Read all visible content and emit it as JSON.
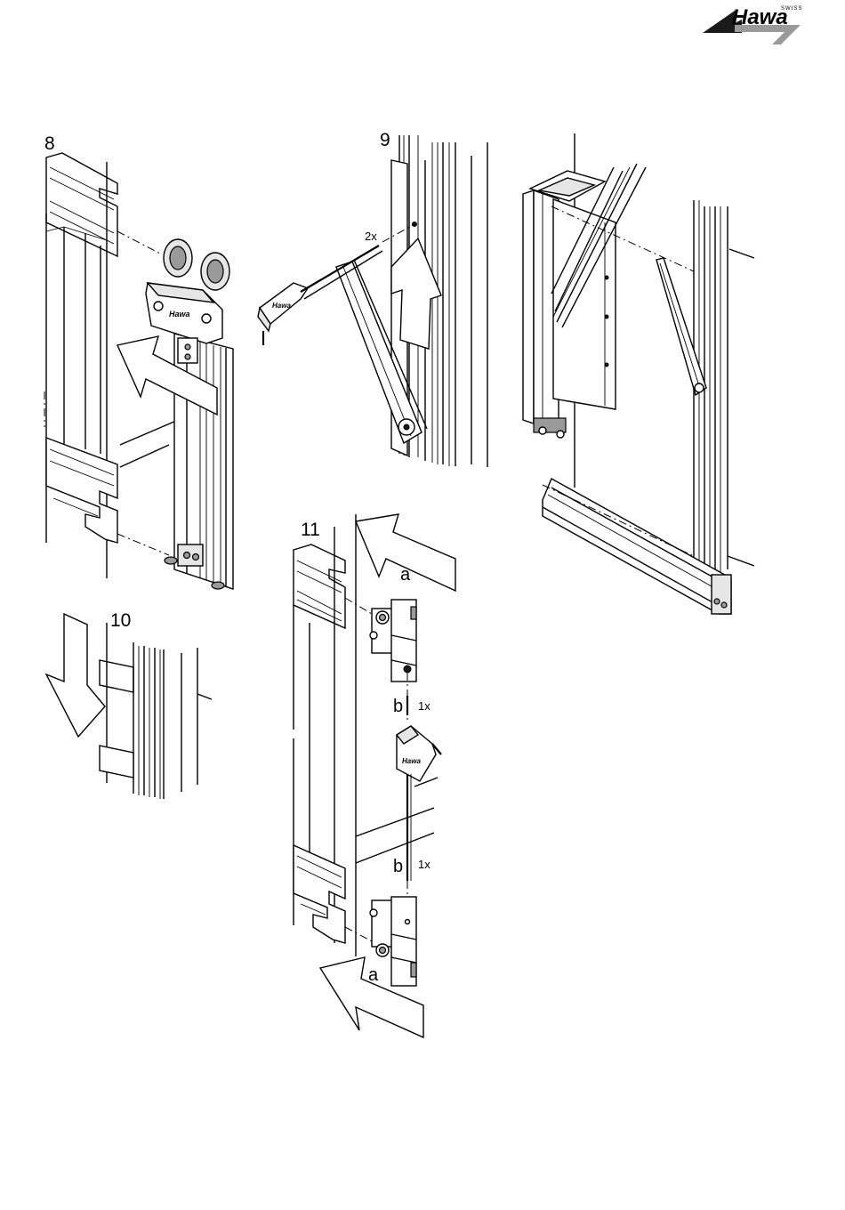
{
  "brand": {
    "swiss": "SWISS",
    "name": "Hawa",
    "color": "#1a1a1a",
    "accent": "#9a9a9a"
  },
  "steps": [
    {
      "number": "8"
    },
    {
      "number": "9",
      "quantity": "2x"
    },
    {
      "number": "10"
    },
    {
      "number": "11",
      "labels": [
        "a",
        "b",
        "b",
        "a"
      ],
      "quantities": [
        "1x",
        "1x"
      ]
    }
  ]
}
